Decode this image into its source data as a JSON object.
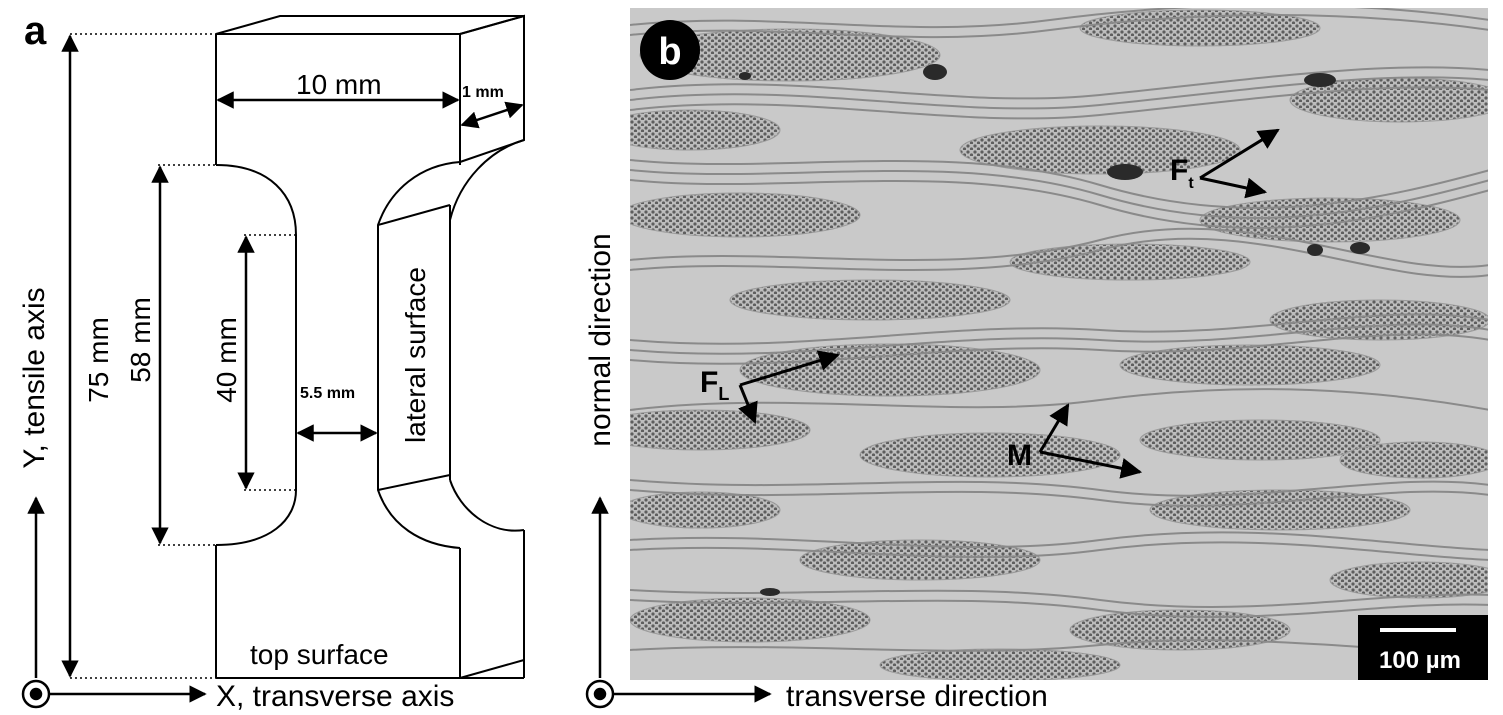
{
  "panel_a": {
    "label": "a",
    "dims": {
      "width": "10 mm",
      "thickness": "1 mm",
      "total_length": "75 mm",
      "shoulder_length": "58 mm",
      "gauge_length": "40 mm",
      "gauge_width": "5.5 mm"
    },
    "surfaces": {
      "lateral": "lateral surface",
      "top": "top surface"
    },
    "axes": {
      "y": "Y, tensile axis",
      "x": "X, transverse axis"
    }
  },
  "panel_b": {
    "label": "b",
    "annotations": {
      "ft_main": "F",
      "ft_sub": "t",
      "fl_main": "F",
      "fl_sub": "L",
      "m": "M"
    },
    "scale_bar": "100 µm",
    "axes": {
      "y": "normal direction",
      "x": "transverse direction"
    }
  },
  "colors": {
    "micrograph_bg": "#c9c9c9",
    "yarn_fill": "#b8b8b8",
    "fiber_dot": "#5a5a5a",
    "ink": "#000000"
  }
}
